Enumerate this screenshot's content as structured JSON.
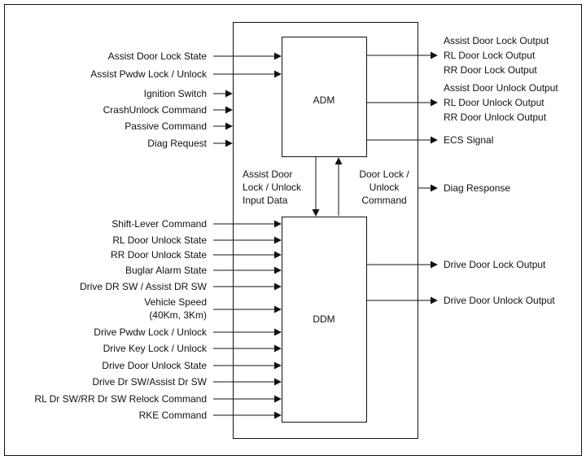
{
  "blocks": {
    "adm": "ADM",
    "ddm": "DDM"
  },
  "adm_inputs": [
    "Assist Door Lock State",
    "Assist Pwdw Lock / Unlock"
  ],
  "module_inputs": [
    "Ignition Switch",
    "CrashUnlock Command",
    "Passive Command",
    "Diag Request"
  ],
  "adm_outputs": {
    "lock_group": [
      "Assist Door Lock Output",
      "RL Door Lock Output",
      "RR Door Lock Output"
    ],
    "unlock_group": [
      "Assist Door Unlock Output",
      "RL Door Unlock Output",
      "RR Door Unlock Output"
    ],
    "ecs": "ECS Signal"
  },
  "internal": {
    "to_ddm": [
      "Assist Door",
      "Lock / Unlock",
      "Input Data"
    ],
    "to_adm": [
      "Door Lock /",
      "Unlock",
      "Command"
    ]
  },
  "module_output": "Diag Response",
  "ddm_inputs": [
    "Shift-Lever Command",
    "RL Door Unlock State",
    "RR Door Unlock State",
    "Buglar Alarm State",
    "Drive DR SW / Assist DR SW",
    [
      "Vehicle Speed",
      "(40Km, 3Km)"
    ],
    "Drive Pwdw Lock / Unlock",
    "Drive Key Lock / Unlock",
    "Drive Door Unlock State",
    "Drive Dr SW/Assist Dr SW",
    "RL Dr SW/RR Dr SW Relock Command",
    "RKE Command"
  ],
  "ddm_outputs": [
    "Drive Door Lock Output",
    "Drive Door Unlock Output"
  ]
}
